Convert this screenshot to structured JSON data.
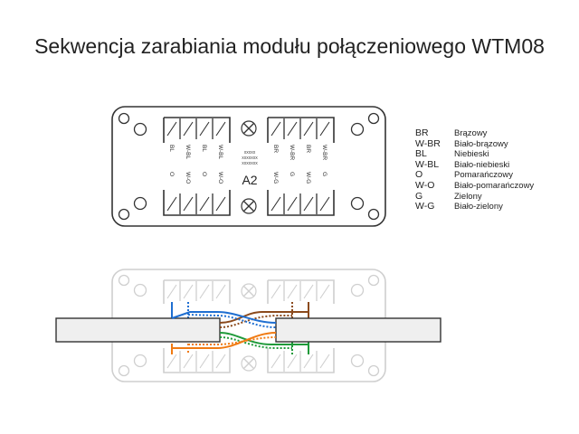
{
  "title": "Sekwencja zarabiania modułu połączeniowego WTM08",
  "module": {
    "model_label": "A2",
    "top_left_labels": [
      "BL",
      "W-BL",
      "BL",
      "W-BL"
    ],
    "top_right_labels": [
      "BR",
      "W-BR",
      "BR",
      "W-BR"
    ],
    "bottom_left_labels": [
      "O",
      "W-O",
      "O",
      "W-O"
    ],
    "bottom_right_labels": [
      "W-G",
      "G",
      "W-G",
      "G"
    ],
    "small_text": [
      "xxxxx",
      "xxxxxxx",
      "xxxxxxx"
    ]
  },
  "legend": [
    {
      "code": "BR",
      "name": "Brązowy"
    },
    {
      "code": "W-BR",
      "name": "Biało-brązowy"
    },
    {
      "code": "BL",
      "name": "Niebieski"
    },
    {
      "code": "W-BL",
      "name": "Biało-niebieski"
    },
    {
      "code": "O",
      "name": "Pomarańczowy"
    },
    {
      "code": "W-O",
      "name": "Biało-pomarańczowy"
    },
    {
      "code": "G",
      "name": "Zielony"
    },
    {
      "code": "W-G",
      "name": "Biało-zielony"
    }
  ],
  "colors": {
    "brown": "#8b4a1c",
    "blue": "#1f6fd1",
    "orange": "#f07a12",
    "green": "#1f9a3a",
    "outline": "#333333",
    "faded": "#c8c8c8"
  }
}
